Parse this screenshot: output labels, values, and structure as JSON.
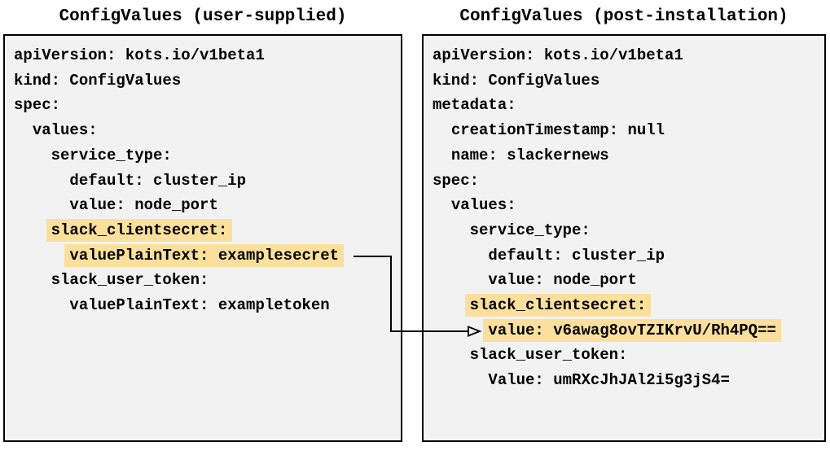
{
  "colors": {
    "text": "#000000",
    "panel_bg": "#f2f2f2",
    "panel_border": "#000000",
    "highlight": "#fae09c",
    "arrow": "#000000",
    "page_bg": "#ffffff"
  },
  "panels": [
    {
      "title": "ConfigValues (user-supplied)",
      "lines": [
        {
          "indent": 0,
          "text": "apiVersion: kots.io/v1beta1",
          "highlight": false
        },
        {
          "indent": 0,
          "text": "kind: ConfigValues",
          "highlight": false
        },
        {
          "indent": 0,
          "text": "spec:",
          "highlight": false
        },
        {
          "indent": 2,
          "text": "values:",
          "highlight": false
        },
        {
          "indent": 4,
          "text": "service_type:",
          "highlight": false
        },
        {
          "indent": 6,
          "text": "default: cluster_ip",
          "highlight": false
        },
        {
          "indent": 6,
          "text": "value: node_port",
          "highlight": false
        },
        {
          "indent": 4,
          "text": "slack_clientsecret:",
          "highlight": true
        },
        {
          "indent": 6,
          "text": "valuePlainText: examplesecret",
          "highlight": true
        },
        {
          "indent": 4,
          "text": "slack_user_token:",
          "highlight": false
        },
        {
          "indent": 6,
          "text": "valuePlainText: exampletoken",
          "highlight": false
        }
      ]
    },
    {
      "title": "ConfigValues (post-installation)",
      "lines": [
        {
          "indent": 0,
          "text": "apiVersion: kots.io/v1beta1",
          "highlight": false
        },
        {
          "indent": 0,
          "text": "kind: ConfigValues",
          "highlight": false
        },
        {
          "indent": 0,
          "text": "metadata:",
          "highlight": false
        },
        {
          "indent": 2,
          "text": "creationTimestamp: null",
          "highlight": false
        },
        {
          "indent": 2,
          "text": "name: slackernews",
          "highlight": false
        },
        {
          "indent": 0,
          "text": "spec:",
          "highlight": false
        },
        {
          "indent": 2,
          "text": "values:",
          "highlight": false
        },
        {
          "indent": 4,
          "text": "service_type:",
          "highlight": false
        },
        {
          "indent": 6,
          "text": "default: cluster_ip",
          "highlight": false
        },
        {
          "indent": 6,
          "text": "value: node_port",
          "highlight": false
        },
        {
          "indent": 4,
          "text": "slack_clientsecret:",
          "highlight": true
        },
        {
          "indent": 6,
          "text": "value: v6awag8ovTZIKrvU/Rh4PQ==",
          "highlight": true
        },
        {
          "indent": 4,
          "text": "slack_user_token:",
          "highlight": false
        },
        {
          "indent": 6,
          "text": "Value: umRXcJhJAl2i5g3jS4=",
          "highlight": false
        }
      ]
    }
  ],
  "arrow": {
    "from_text": "valuePlainText: examplesecret",
    "to_text": "value: v6awag8ovTZIKrvU/Rh4PQ=="
  }
}
